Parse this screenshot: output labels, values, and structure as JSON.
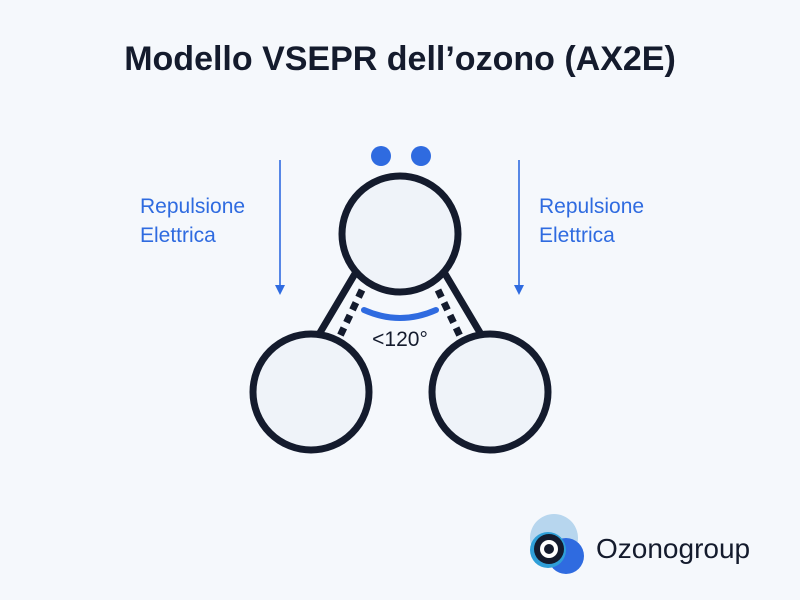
{
  "title": "Modello VSEPR dell’ozono (AX2E)",
  "repulsion_left": {
    "line1": "Repulsione",
    "line2": "Elettrica"
  },
  "repulsion_right": {
    "line1": "Repulsione",
    "line2": "Elettrica"
  },
  "angle_label": "<120°",
  "brand": {
    "name": "Ozonogroup",
    "logo_icon": "ozonogroup-logo-icon"
  },
  "colors": {
    "accent_blue": "#2f6be0",
    "outline": "#141b2d",
    "atom_fill": "#eff3f9",
    "background": "#f5f8fc"
  }
}
